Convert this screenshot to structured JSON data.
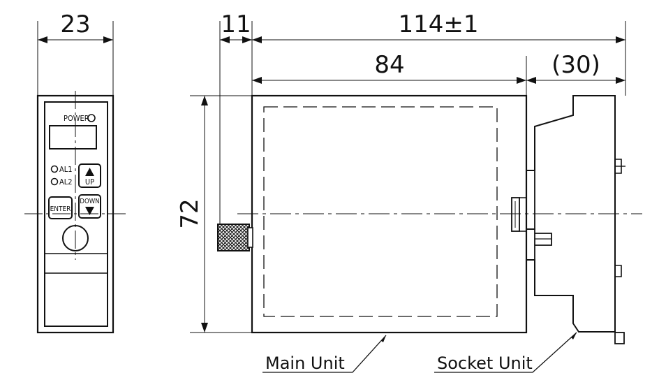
{
  "front_view": {
    "width_dim": "23",
    "power_label": "POWER",
    "al1_label": "AL1",
    "al2_label": "AL2",
    "up_label": "UP",
    "enter_label": "ENTER",
    "down_label": "DOWN"
  },
  "side_view": {
    "flange_dim": "11",
    "total_dim": "114±1",
    "main_dim": "84",
    "socket_dim": "(30)",
    "height_dim": "72"
  },
  "callouts": {
    "main_unit": "Main Unit",
    "socket_unit": "Socket Unit"
  }
}
